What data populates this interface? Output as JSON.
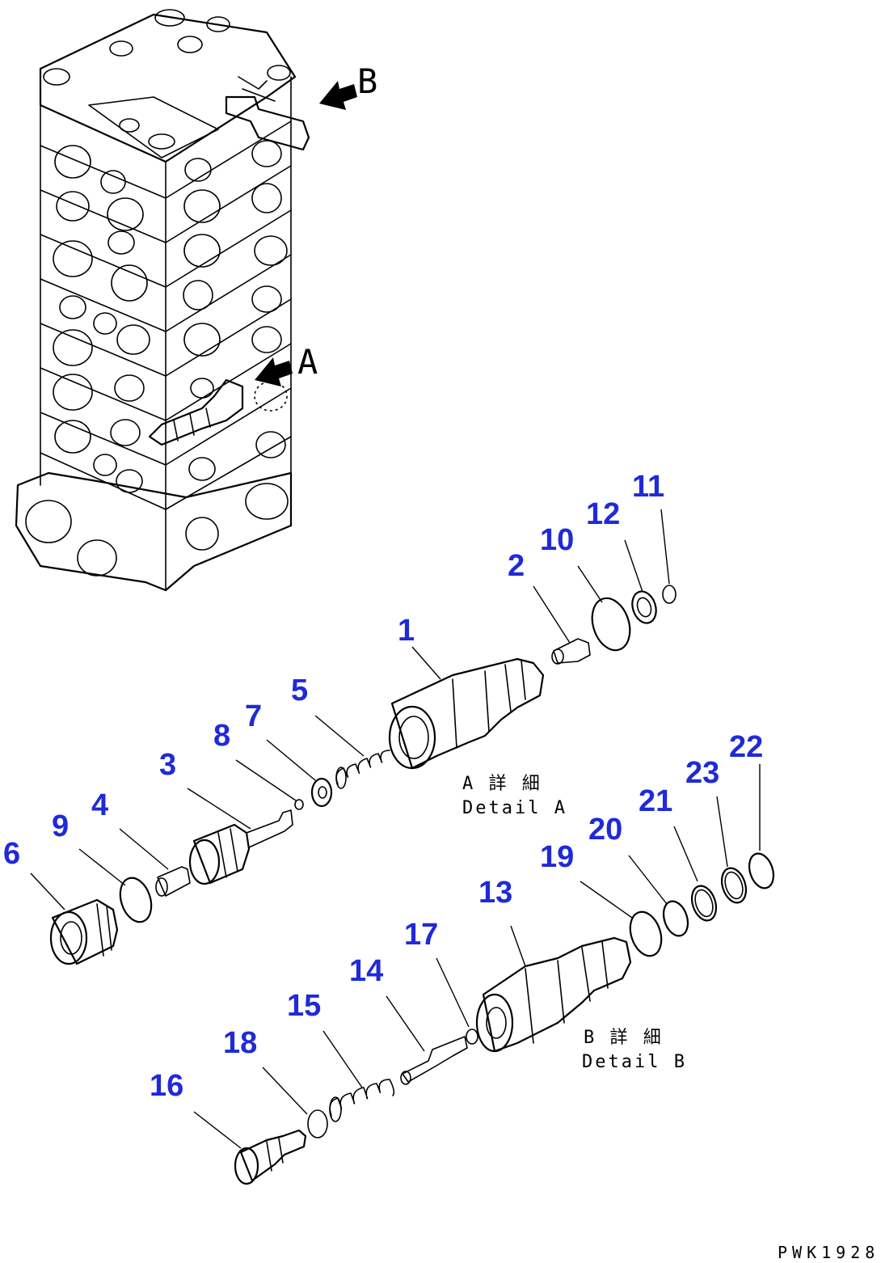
{
  "diagram": {
    "drawing_number": "PWK1928",
    "view_markers": {
      "a": "A",
      "b": "B"
    },
    "detail_a": {
      "japanese": "A 詳 細",
      "english": "Detail A"
    },
    "detail_b": {
      "japanese": "B 詳 細",
      "english": "Detail B"
    },
    "callout_color": "#1f2ad8",
    "callouts": [
      "1",
      "2",
      "3",
      "4",
      "5",
      "6",
      "7",
      "8",
      "9",
      "10",
      "11",
      "12",
      "13",
      "14",
      "15",
      "16",
      "17",
      "18",
      "19",
      "20",
      "21",
      "22",
      "23"
    ]
  }
}
